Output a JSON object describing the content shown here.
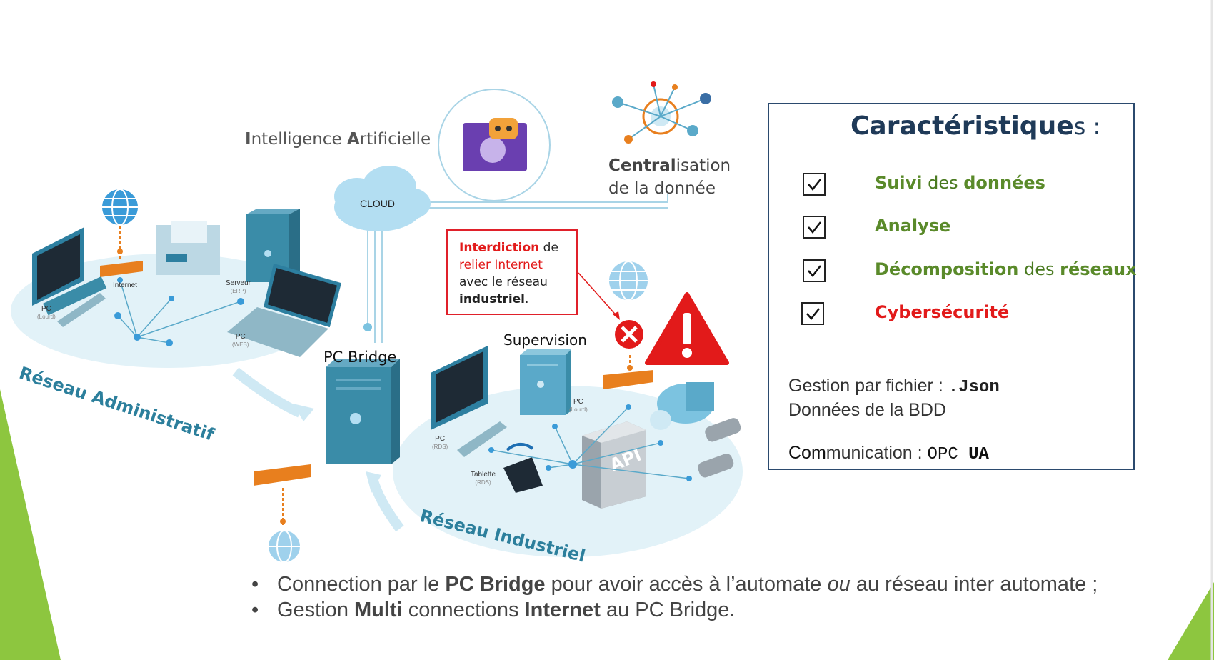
{
  "diagram": {
    "ai_label_parts": [
      "I",
      "ntelligence ",
      "A",
      "rtificielle"
    ],
    "central_label": {
      "bold": "Centra",
      "b2": "l",
      "rest": "isation",
      "line2": "de la donnée"
    },
    "cloud_label": "CLOUD",
    "interdiction": {
      "bold": "Interdiction",
      "after_bold": " de",
      "red": "relier Internet",
      "line3": "avec le réseau",
      "line4_bold": "industriel",
      "line4_end": "."
    },
    "pc_bridge": "PC Bridge",
    "supervision": "Supervision",
    "admin_network": "Réseau Administratif",
    "industrial_network": "Réseau Industriel",
    "api_label": "API",
    "admin_devices": [
      {
        "label": "PC",
        "sub": "(Lourd)"
      },
      {
        "label": "Internet",
        "sub": ""
      },
      {
        "label": "Serveur",
        "sub": "(ERP)"
      },
      {
        "label": "PC",
        "sub": "(WEB)"
      }
    ],
    "industrial_devices": [
      {
        "label": "PC",
        "sub": "(Lourd)"
      },
      {
        "label": "PC",
        "sub": "(RDS)"
      },
      {
        "label": "Tablette",
        "sub": "(RDS)"
      }
    ],
    "colors": {
      "teal": "#3a8ca8",
      "light_blue": "#cfe9f4",
      "orange": "#e87f1e",
      "red": "#e21a1a",
      "green": "#8dc63f"
    }
  },
  "features": {
    "title_main": "Caractéristique",
    "title_end": "s :",
    "items": [
      {
        "parts": [
          {
            "t": "Suivi",
            "s": "green"
          },
          {
            "t": " des ",
            "s": "darkgreen"
          },
          {
            "t": "données",
            "s": "green"
          }
        ],
        "checked": true
      },
      {
        "parts": [
          {
            "t": "Analyse",
            "s": "green"
          }
        ],
        "checked": true
      },
      {
        "parts": [
          {
            "t": "Décomposition",
            "s": "green"
          },
          {
            "t": " des ",
            "s": "darkgreen"
          },
          {
            "t": "réseaux",
            "s": "green"
          }
        ],
        "checked": true
      },
      {
        "parts": [
          {
            "t": "Cyber",
            "s": "red"
          },
          {
            "t": "sécurité",
            "s": "red"
          }
        ],
        "checked": true
      }
    ],
    "file_label": "Gestion par fichier : ",
    "file_format": ".Json",
    "db_label": "Données de la BDD",
    "comm_label_a": "Com",
    "comm_label_b": "munication : ",
    "comm_value_a": "OPC ",
    "comm_value_b": "UA"
  },
  "bullets": [
    {
      "pre": "Connection par le ",
      "bold": "PC Bridge",
      "mid": " pour avoir accès à l’automate ",
      "ital": "ou",
      "post": " au réseau inter automate ;"
    },
    {
      "pre": "Gestion ",
      "bold": "Multi",
      "mid": " connections ",
      "bold2": "Internet",
      "post": " au PC Bridge."
    }
  ]
}
